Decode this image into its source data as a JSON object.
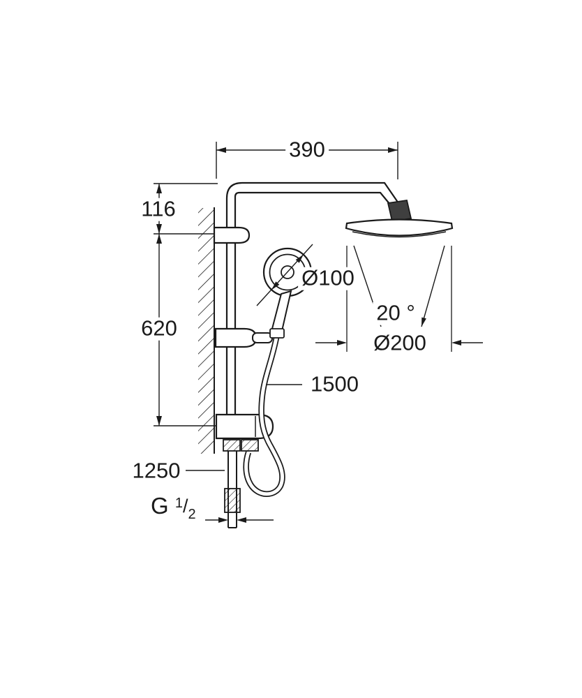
{
  "drawing": {
    "type": "technical-dimension-diagram",
    "subject": "shower-system-side-view",
    "colors": {
      "line": "#1a1a1a",
      "background": "#ffffff",
      "fitting_dark": "#3f3f3f"
    }
  },
  "labels": {
    "top_width": "390",
    "head_offset": "116",
    "rail_length": "620",
    "inlet_hose": "1250",
    "hand_hose": "1500",
    "hand_diameter": "Ø100",
    "spray_angle": "20 °",
    "head_diameter": "Ø200",
    "thread_prefix": "G",
    "thread_numerator": "1",
    "thread_slash": "/",
    "thread_denominator": "2"
  }
}
